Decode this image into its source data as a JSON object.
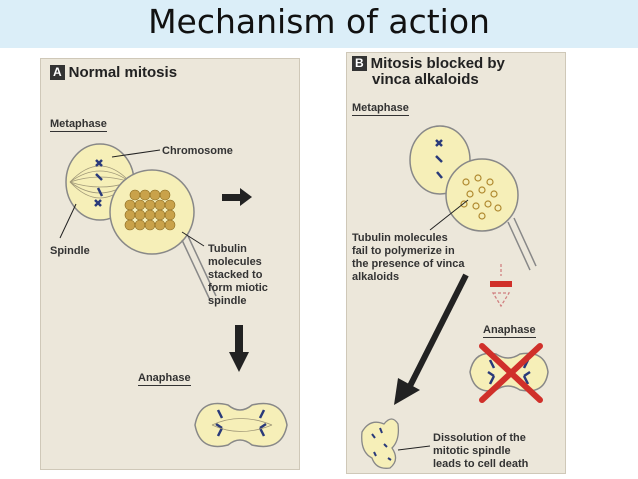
{
  "slide": {
    "title": "Mechanism of action"
  },
  "panel_a": {
    "badge": "A",
    "title": "Normal mitosis",
    "metaphase": "Metaphase",
    "chromosome": "Chromosome",
    "spindle": "Spindle",
    "tubulin_1": "Tubulin",
    "tubulin_2": "molecules",
    "tubulin_3": "stacked to",
    "tubulin_4": "form miotic",
    "tubulin_5": "spindle",
    "anaphase": "Anaphase"
  },
  "panel_b": {
    "badge": "B",
    "title_1": "Mitosis blocked by",
    "title_2": "vinca alkaloids",
    "metaphase": "Metaphase",
    "fail_1": "Tubulin molecules",
    "fail_2": "fail to polymerize in",
    "fail_3": "the presence of vinca",
    "fail_4": "alkaloids",
    "anaphase": "Anaphase",
    "diss_1": "Dissolution of the",
    "diss_2": "mitotic spindle",
    "diss_3": "leads to cell death"
  },
  "colors": {
    "cell_fill": "#f6efb8",
    "chromosome": "#2a3a7a",
    "block_red": "#d0302a",
    "arrow": "#222222"
  }
}
